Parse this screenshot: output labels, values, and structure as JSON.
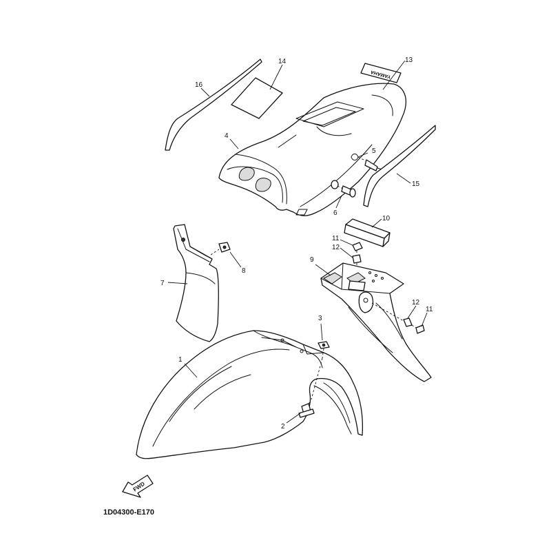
{
  "diagram": {
    "catalog_code": "1D04300-E170",
    "fwd_label": "FWD",
    "logo_text": "YAMAHA",
    "callouts": {
      "c1": "1",
      "c2": "2",
      "c3": "3",
      "c4": "4",
      "c5": "5",
      "c6": "6",
      "c7": "7",
      "c8": "8",
      "c9": "9",
      "c10": "10",
      "c11a": "11",
      "c11b": "11",
      "c12a": "12",
      "c12b": "12",
      "c13": "13",
      "c14": "14",
      "c15": "15",
      "c16": "16"
    }
  }
}
